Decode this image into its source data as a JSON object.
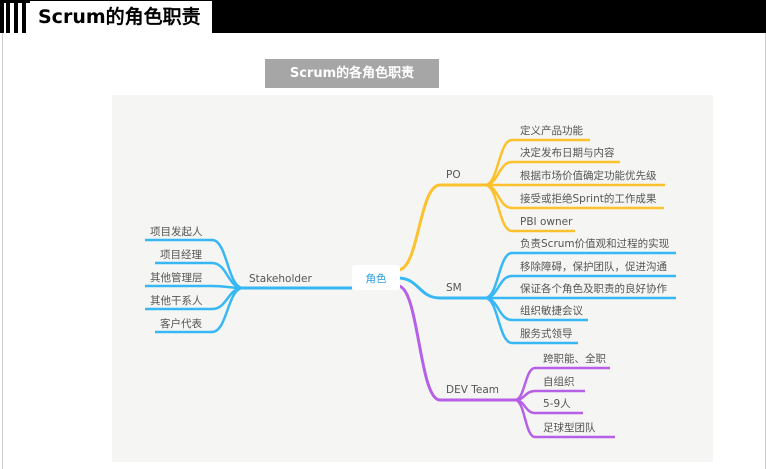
{
  "header": {
    "title": "Scrum的角色职责"
  },
  "subtitle": "Scrum的各角色职责",
  "colors": {
    "po": "#fcc12d",
    "sm": "#38b7f5",
    "dev": "#b660e8",
    "stakeholder": "#38b7f5",
    "panel": "#f5f6f4"
  },
  "mindmap": {
    "center": "角色",
    "po": {
      "label": "PO",
      "items": [
        "定义产品功能",
        "决定发布日期与内容",
        "根据市场价值确定功能优先级",
        "接受或拒绝Sprint的工作成果",
        "PBI owner"
      ]
    },
    "sm": {
      "label": "SM",
      "items": [
        "负责Scrum价值观和过程的实现",
        "移除障碍，保护团队，促进沟通",
        "保证各个角色及职责的良好协作",
        "组织敏捷会议",
        "服务式领导"
      ]
    },
    "dev": {
      "label": "DEV Team",
      "items": [
        "跨职能、全职",
        "自组织",
        "5-9人",
        "足球型团队"
      ]
    },
    "stakeholder": {
      "label": "Stakeholder",
      "items": [
        "项目发起人",
        "项目经理",
        "其他管理层",
        "其他干系人",
        "客户代表"
      ]
    }
  }
}
